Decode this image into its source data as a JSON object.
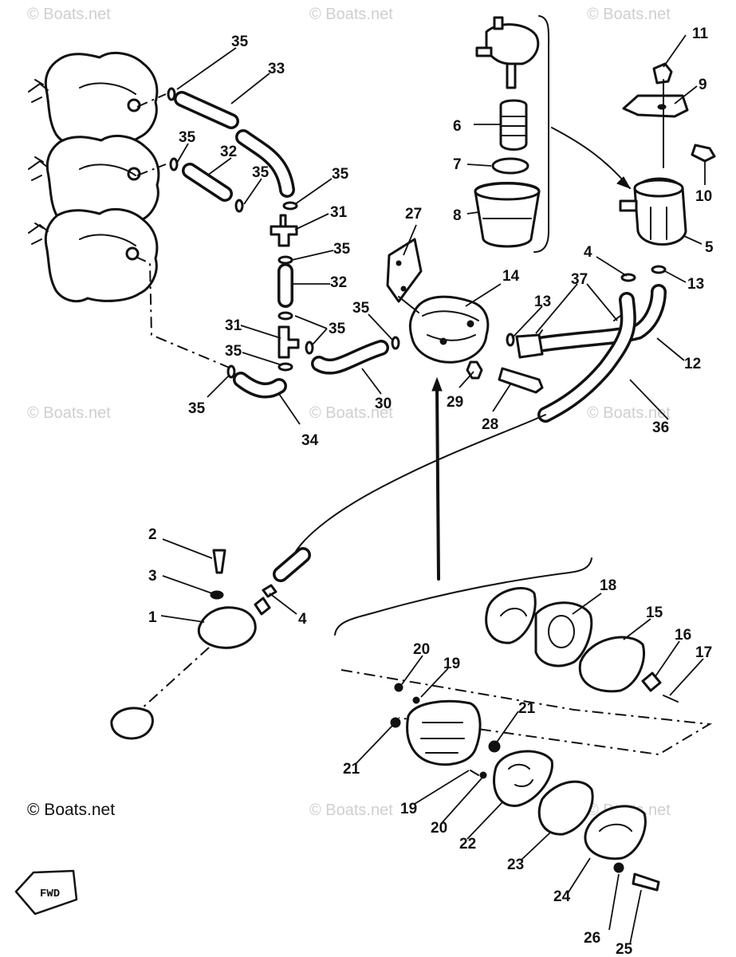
{
  "watermark": "© Boats.net",
  "copyright": "© Boats.net",
  "direction_badge": "FWD",
  "callouts": {
    "n1": "1",
    "n2": "2",
    "n3": "3",
    "n4a": "4",
    "n4b": "4",
    "n5": "5",
    "n6": "6",
    "n7": "7",
    "n8": "8",
    "n9": "9",
    "n10": "10",
    "n11": "11",
    "n12": "12",
    "n13a": "13",
    "n13b": "13",
    "n14": "14",
    "n15": "15",
    "n16": "16",
    "n17": "17",
    "n18": "18",
    "n19a": "19",
    "n19b": "19",
    "n20a": "20",
    "n20b": "20",
    "n21a": "21",
    "n21b": "21",
    "n22": "22",
    "n23": "23",
    "n24": "24",
    "n25": "25",
    "n26": "26",
    "n27": "27",
    "n28": "28",
    "n29": "29",
    "n30": "30",
    "n31a": "31",
    "n31b": "31",
    "n32a": "32",
    "n32b": "32",
    "n33": "33",
    "n34": "34",
    "n35a": "35",
    "n35b": "35",
    "n35c": "35",
    "n35d": "35",
    "n35e": "35",
    "n35f": "35",
    "n35g": "35",
    "n35h": "35",
    "n35i": "35",
    "n36": "36",
    "n37": "37"
  }
}
